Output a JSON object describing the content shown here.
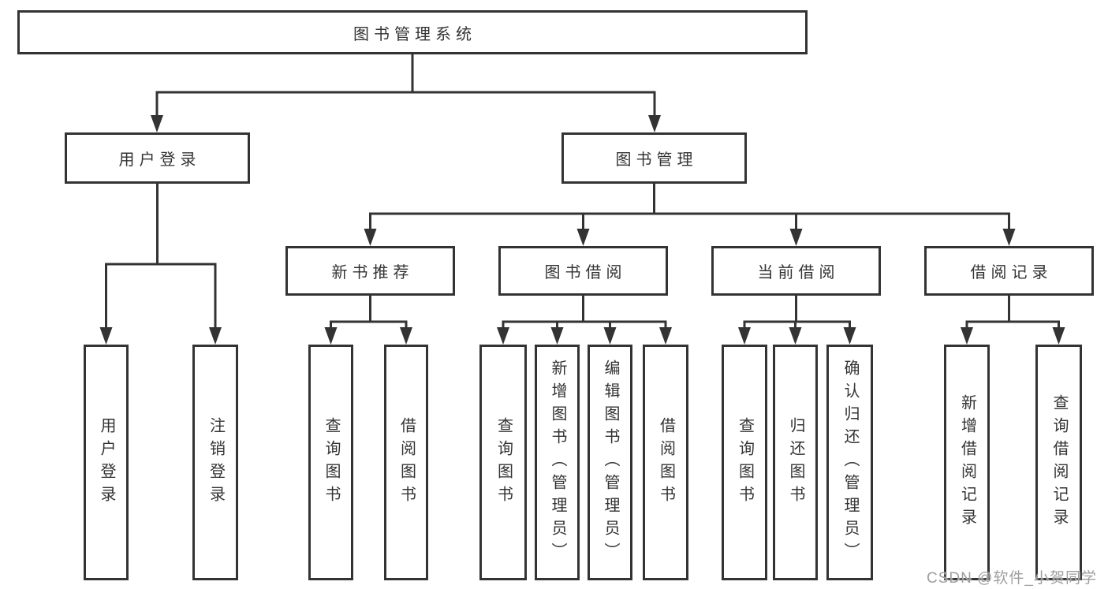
{
  "diagram": {
    "root": {
      "label": "图书管理系统"
    },
    "level2": [
      {
        "label": "用户登录",
        "children": [
          {
            "label": "用户登录"
          },
          {
            "label": "注销登录"
          }
        ]
      },
      {
        "label": "图书管理",
        "children": [
          {
            "label": "新书推荐",
            "children": [
              {
                "label": "查询图书"
              },
              {
                "label": "借阅图书"
              }
            ]
          },
          {
            "label": "图书借阅",
            "children": [
              {
                "label": "查询图书"
              },
              {
                "label": "新增图书（管理员）"
              },
              {
                "label": "编辑图书（管理员）"
              },
              {
                "label": "借阅图书"
              }
            ]
          },
          {
            "label": "当前借阅",
            "children": [
              {
                "label": "查询图书"
              },
              {
                "label": "归还图书"
              },
              {
                "label": "确认归还（管理员）"
              }
            ]
          },
          {
            "label": "借阅记录",
            "children": [
              {
                "label": "新增借阅记录"
              },
              {
                "label": "查询借阅记录"
              }
            ]
          }
        ]
      }
    ]
  },
  "watermark": {
    "text": "CSDN @软件_小贺同学"
  },
  "colors": {
    "line": "#333333",
    "text": "#333333",
    "watermark": "#9e9e9e",
    "background": "#ffffff"
  }
}
